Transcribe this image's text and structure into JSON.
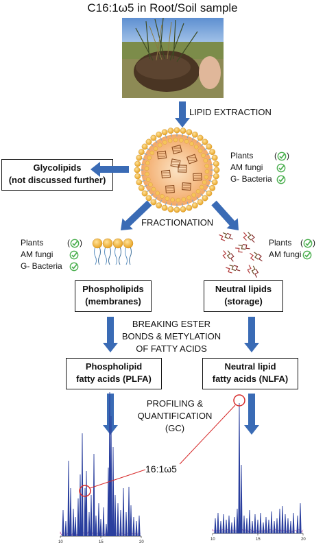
{
  "title": "C16:1ω5 in Root/Soil sample",
  "steps": {
    "lipid_extraction": "LIPID EXTRACTION",
    "fractionation": "FRACTIONATION",
    "breaking_ester": [
      "BREAKING ESTER",
      "BONDS & METYLATION",
      "OF FATTY ACIDS"
    ],
    "profiling": [
      "PROFILING &",
      "QUANTIFICATION",
      "(GC)"
    ]
  },
  "boxes": {
    "glycolipids": [
      "Glycolipids",
      "(not discussed further)"
    ],
    "phospholipids": [
      "Phospholipids",
      "(membranes)"
    ],
    "neutral_lipids": [
      "Neutral lipids",
      "(storage)"
    ],
    "plfa": [
      "Phospholipid",
      "fatty acids (PLFA)"
    ],
    "nlfa": [
      "Neutral lipid",
      "fatty acids (NLFA)"
    ]
  },
  "legends": {
    "total": [
      {
        "label": "Plants",
        "icon": "check-circle-icon",
        "parenthesized": true
      },
      {
        "label": "AM fungi",
        "icon": "check-circle-icon",
        "parenthesized": false
      },
      {
        "label": "G- Bacteria",
        "icon": "check-circle-icon",
        "parenthesized": false
      }
    ],
    "phospholipid": [
      {
        "label": "Plants",
        "icon": "check-circle-icon",
        "parenthesized": true
      },
      {
        "label": "AM fungi",
        "icon": "check-circle-icon",
        "parenthesized": false
      },
      {
        "label": "G- Bacteria",
        "icon": "check-circle-icon",
        "parenthesized": false
      }
    ],
    "neutral": [
      {
        "label": "Plants",
        "icon": "check-circle-icon",
        "parenthesized": true
      },
      {
        "label": "AM fungi",
        "icon": "check-circle-icon",
        "parenthesized": false
      }
    ]
  },
  "marker_label": "16:1ω5",
  "chromatograms": {
    "left": {
      "x_ticks": [
        "10",
        "15",
        "20"
      ]
    },
    "right": {
      "x_ticks": [
        "10",
        "15",
        "20"
      ]
    }
  },
  "colors": {
    "arrow": "#3a6bb5",
    "check": "#4caf50",
    "marker": "#d62828",
    "trace": "#2a3f9e",
    "vesicle": "#f5b94a"
  }
}
